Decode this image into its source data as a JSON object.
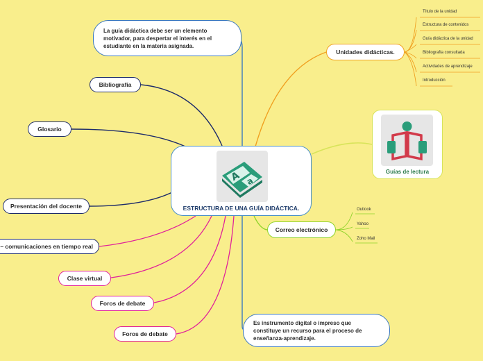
{
  "center": {
    "title": "ESTRUCTURA DE UNA GUÍA DIDÁCTICA.",
    "image_icon": "book-letters-icon"
  },
  "right": {
    "unidades": {
      "label": "Unidades didácticas.",
      "items": [
        "Título de la unidad",
        "Estructura de contenidos",
        "Guía didáctica de la unidad",
        "Bibliografía consultada",
        "Actividades de aprendizaje",
        "Introducción"
      ]
    },
    "guias": {
      "label": "Guías de lectura",
      "image_icon": "reader-icon"
    },
    "correo": {
      "label": "Correo electrónico",
      "items": [
        "Outlook",
        "Yahoo",
        "Zoho Mail"
      ]
    }
  },
  "notes": {
    "top": "La guía didáctica debe ser un elemento motivador, para despertar el interés en el estudiante en la materia asignada.",
    "bottom": " Es instrumento digital o impreso que constituye un recurso para el proceso de enseñanza-aprendizaje."
  },
  "left": {
    "bibliografia": "Bibliografía",
    "glosario": "Glosario",
    "presentacion": "Presentación del docente",
    "comunicaciones": "– comunicaciones en tiempo real",
    "clase": "Clase virtual",
    "foros1": "Foros de debate",
    "foros2": "Foros de debate"
  },
  "colors": {
    "background": "#f9ee8c",
    "navy": "#1d2b6a",
    "magenta": "#e0219a",
    "orange": "#f0a020",
    "yellow_green": "#d8e45a",
    "lime": "#8fd32a",
    "blue": "#3a78c0"
  }
}
